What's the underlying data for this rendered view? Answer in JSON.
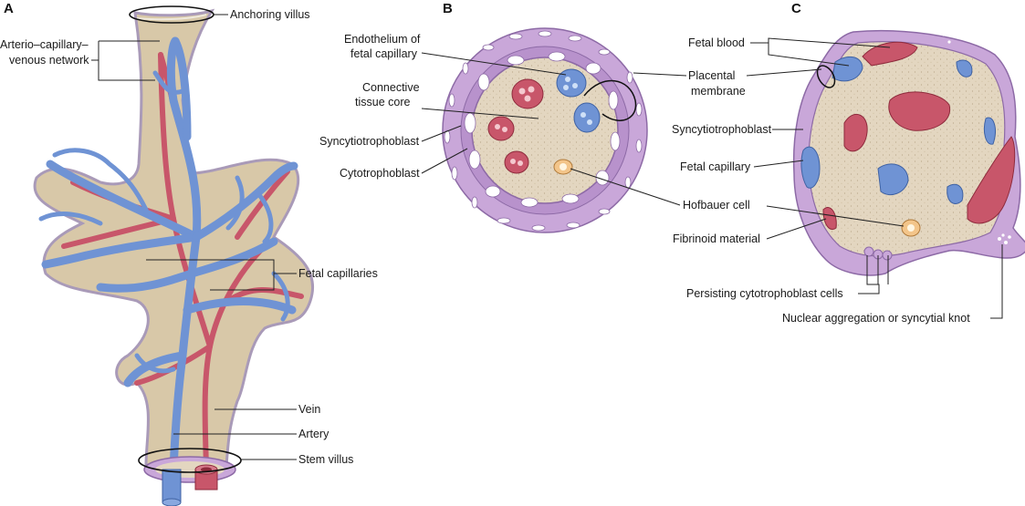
{
  "panels": {
    "a": "A",
    "b": "B",
    "c": "C"
  },
  "panel_a": {
    "anchoring_villus": "Anchoring villus",
    "network_line1": "Arterio–capillary–",
    "network_line2": "venous network",
    "fetal_capillaries": "Fetal capillaries",
    "vein": "Vein",
    "artery": "Artery",
    "stem_villus": "Stem villus"
  },
  "panel_b": {
    "endothelium_line1": "Endothelium of",
    "endothelium_line2": "fetal capillary",
    "connective_line1": "Connective",
    "connective_line2": "tissue core",
    "syncytiotrophoblast": "Syncytiotrophoblast",
    "cytotrophoblast": "Cytotrophoblast",
    "placental_line1": "Placental",
    "placental_line2": "membrane",
    "hofbauer": "Hofbauer cell"
  },
  "panel_c": {
    "fetal_blood": "Fetal blood",
    "syncytiotrophoblast": "Syncytiotrophoblast",
    "fetal_capillary": "Fetal capillary",
    "fibrinoid": "Fibrinoid material",
    "persisting": "Persisting cytotrophoblast cells",
    "nuclear": "Nuclear aggregation or syncytial knot"
  },
  "colors": {
    "vein_blue": "#6f93d4",
    "artery_red": "#c8566a",
    "trophoblast_purple": "#c9a7d9",
    "core_tan": "#e0d4bf",
    "villus_tan": "#d9c9a8"
  }
}
